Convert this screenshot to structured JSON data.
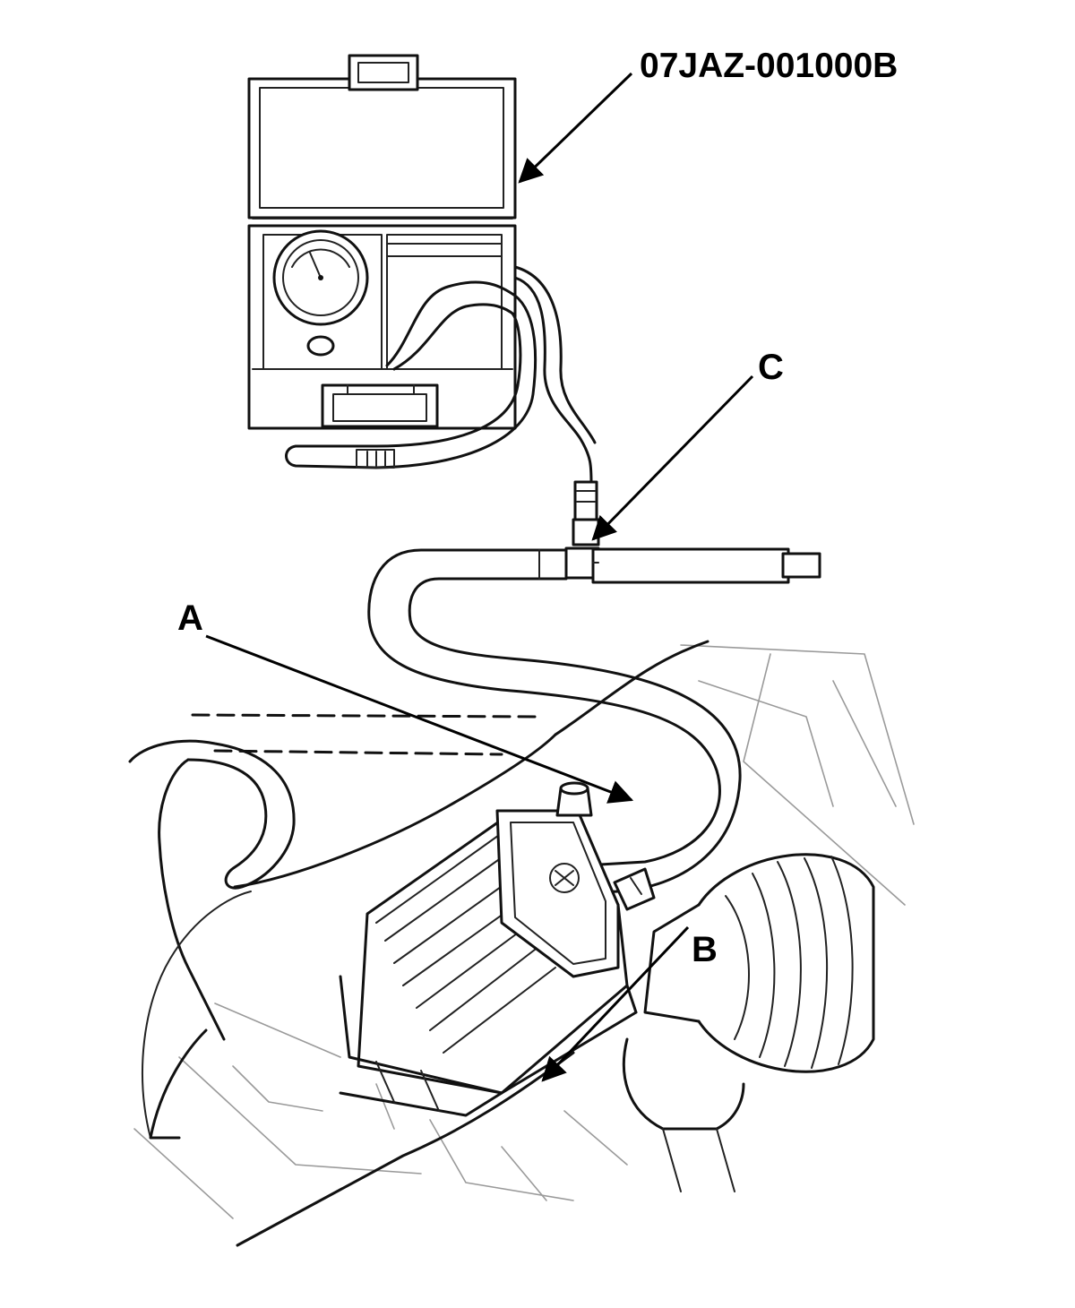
{
  "labels": {
    "part_number": "07JAZ-001000B",
    "a": "A",
    "b": "B",
    "c": "C"
  },
  "colors": {
    "line": "#111111",
    "background": "#ffffff"
  }
}
